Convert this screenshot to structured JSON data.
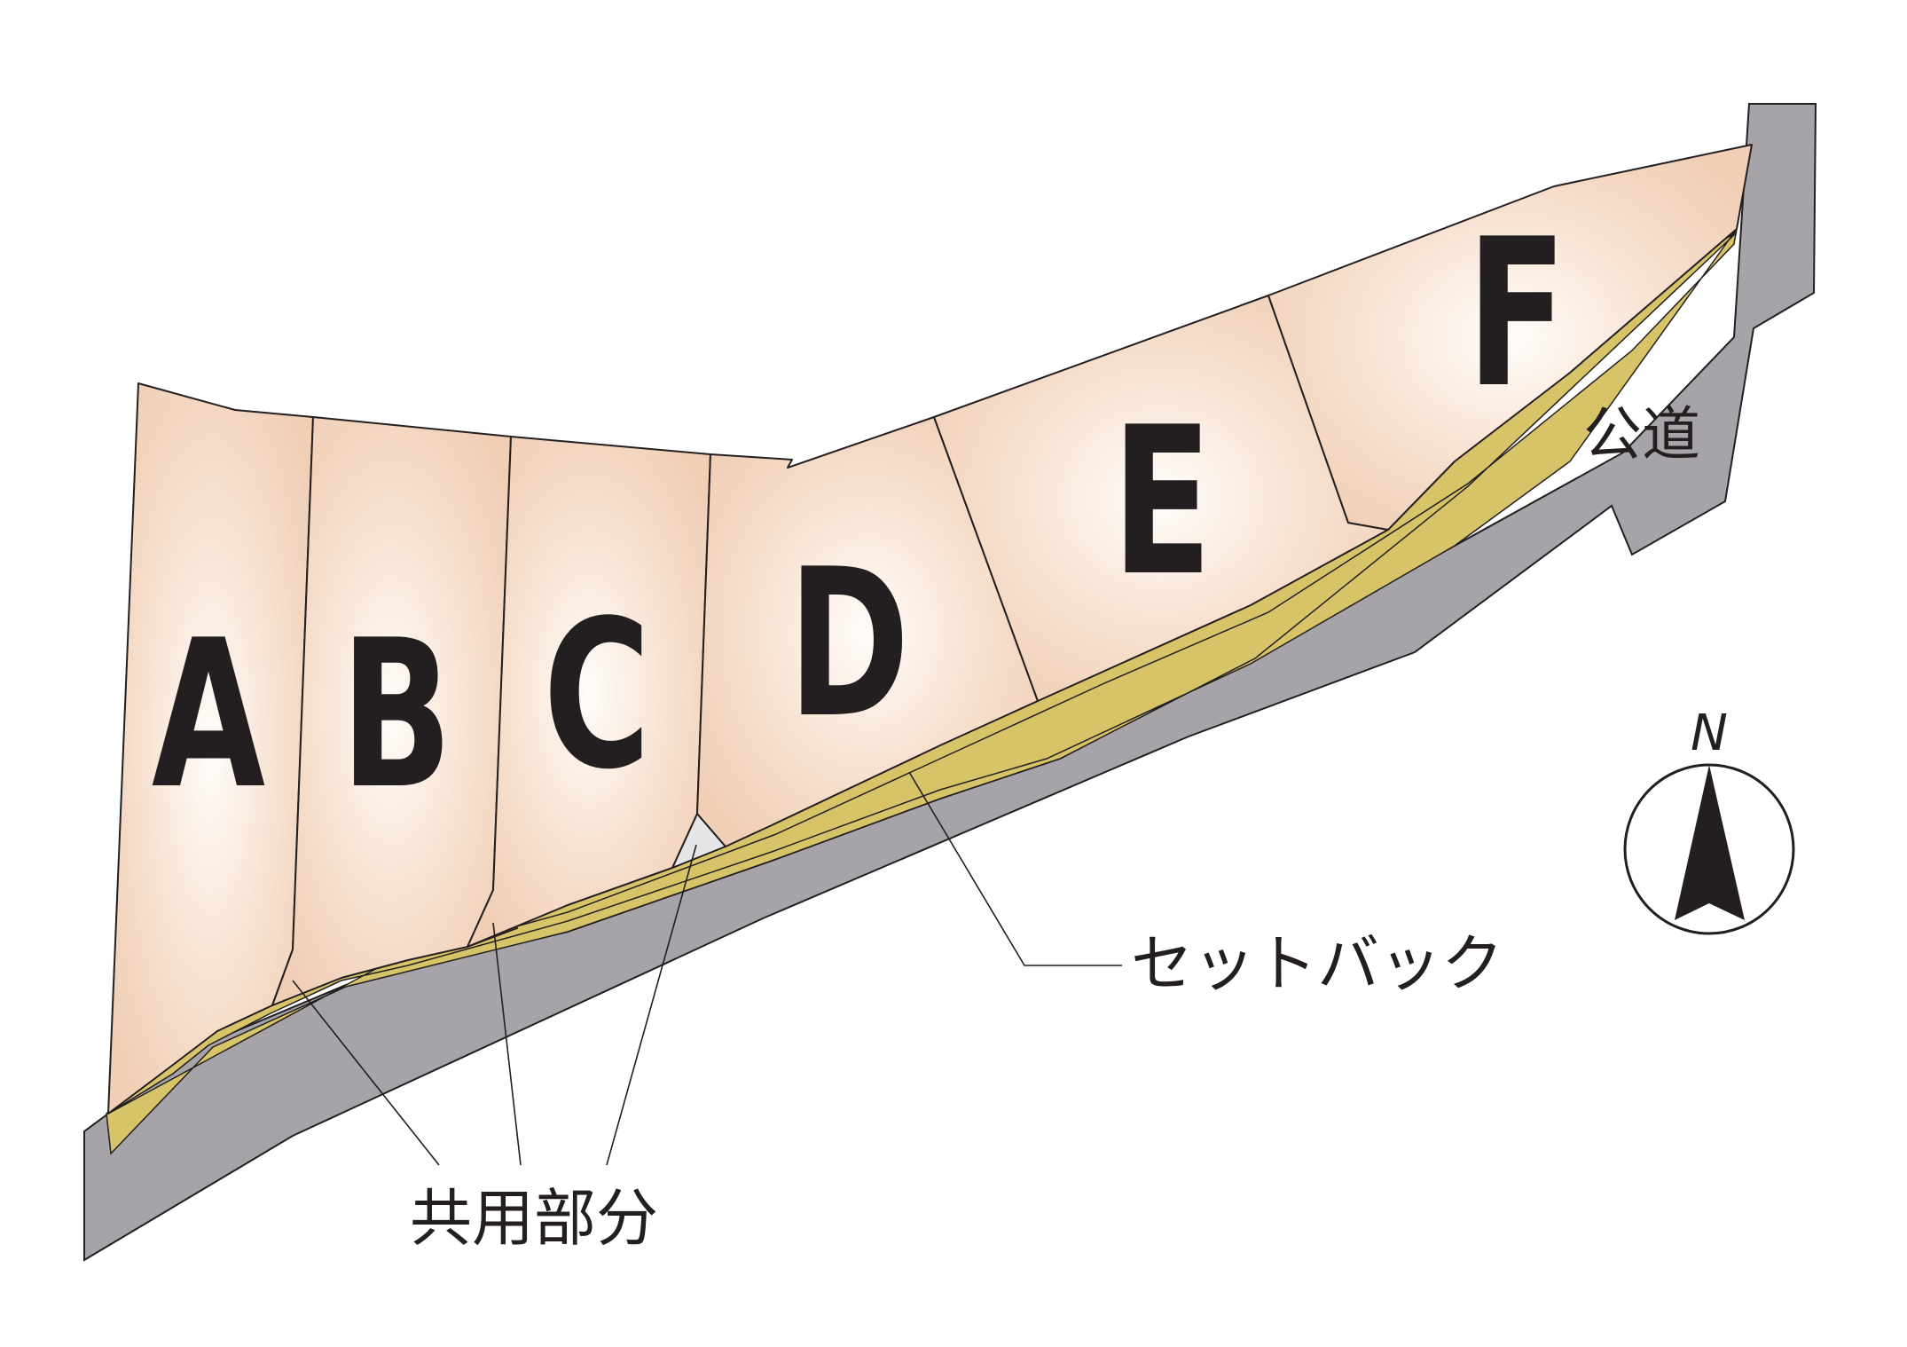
{
  "lots": [
    {
      "id": "A",
      "label": "A"
    },
    {
      "id": "B",
      "label": "B"
    },
    {
      "id": "C",
      "label": "C"
    },
    {
      "id": "D",
      "label": "D"
    },
    {
      "id": "E",
      "label": "E"
    },
    {
      "id": "F",
      "label": "F"
    }
  ],
  "labels": {
    "road": "公道",
    "setback": "セットバック",
    "shared_area": "共用部分"
  },
  "compass": {
    "north_label": "N",
    "icon": "north-arrow-icon"
  },
  "colors": {
    "lot_fill_center": "#fffdfa",
    "lot_fill_edge": "#f0cfb6",
    "road": "#a6a4a9",
    "setback": "#d8c468",
    "shared_area": "#e6e6e8",
    "outline": "#231f20"
  }
}
